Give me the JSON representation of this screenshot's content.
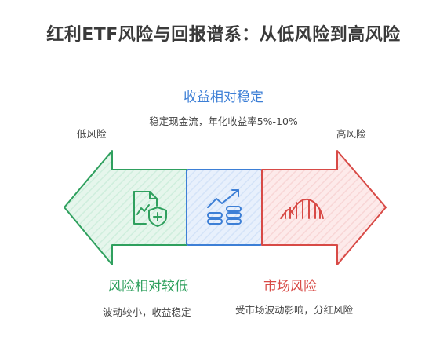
{
  "title": "红利ETF风险与回报谱系：从低风险到高风险",
  "spectrum": {
    "low_label": "低风险",
    "high_label": "高风险"
  },
  "middle": {
    "heading": "收益相对稳定",
    "description": "稳定现金流，年化收益率5%-10%",
    "icon": "coins-growth-icon",
    "color": "#3d7fd6"
  },
  "left": {
    "heading": "风险相对较低",
    "description": "波动较小，收益稳定",
    "icon": "shield-document-icon",
    "color": "#2fa05e"
  },
  "right": {
    "heading": "市场风险",
    "description": "受市场波动影响，分红风险",
    "icon": "rollercoaster-icon",
    "color": "#d84a46"
  }
}
